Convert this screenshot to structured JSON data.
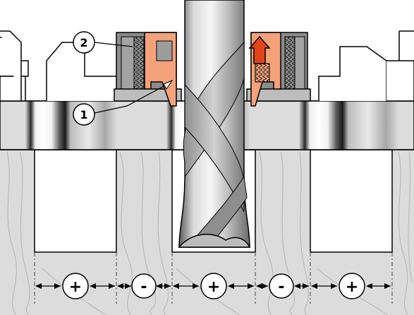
{
  "callouts": [
    {
      "id": "callout-2",
      "text": "2"
    },
    {
      "id": "callout-1",
      "text": "1"
    }
  ],
  "zones": [
    {
      "sign": "+"
    },
    {
      "sign": "-"
    },
    {
      "sign": "+"
    },
    {
      "sign": "-"
    },
    {
      "sign": "+"
    }
  ],
  "colors": {
    "steel_light": "#e6e6e6",
    "steel_mid": "#9a9a9a",
    "steel_dark": "#1a1a1a",
    "collet_orange": "#f4a27a",
    "arrow_red": "#e0461a",
    "nut_gray": "#8c8c8c",
    "wood": "#dedede",
    "outline": "#000000"
  }
}
